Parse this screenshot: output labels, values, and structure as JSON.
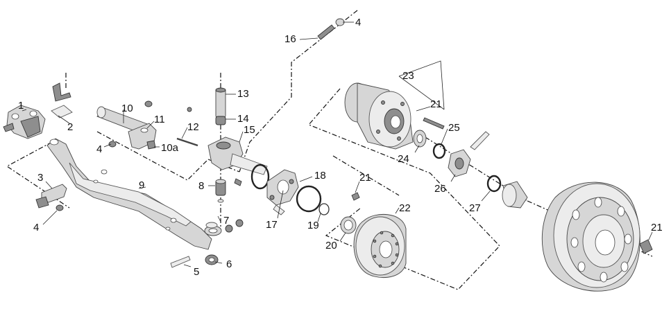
{
  "callouts": [
    {
      "id": "c1",
      "text": "1"
    },
    {
      "id": "c2",
      "text": "2"
    },
    {
      "id": "c3",
      "text": "3"
    },
    {
      "id": "c4a",
      "text": "4"
    },
    {
      "id": "c4b",
      "text": "4"
    },
    {
      "id": "c4c",
      "text": "4"
    },
    {
      "id": "c5",
      "text": "5"
    },
    {
      "id": "c6",
      "text": "6"
    },
    {
      "id": "c7",
      "text": "7"
    },
    {
      "id": "c8",
      "text": "8"
    },
    {
      "id": "c9",
      "text": "9"
    },
    {
      "id": "c10",
      "text": "10"
    },
    {
      "id": "c10a",
      "text": "10a"
    },
    {
      "id": "c11",
      "text": "11"
    },
    {
      "id": "c12",
      "text": "12"
    },
    {
      "id": "c13",
      "text": "13"
    },
    {
      "id": "c14",
      "text": "14"
    },
    {
      "id": "c15",
      "text": "15"
    },
    {
      "id": "c16",
      "text": "16"
    },
    {
      "id": "c17",
      "text": "17"
    },
    {
      "id": "c18",
      "text": "18"
    },
    {
      "id": "c19",
      "text": "19"
    },
    {
      "id": "c20",
      "text": "20"
    },
    {
      "id": "c21a",
      "text": "21"
    },
    {
      "id": "c21b",
      "text": "21"
    },
    {
      "id": "c21c",
      "text": "21"
    },
    {
      "id": "c22",
      "text": "22"
    },
    {
      "id": "c23",
      "text": "23"
    },
    {
      "id": "c24",
      "text": "24"
    },
    {
      "id": "c25",
      "text": "25"
    },
    {
      "id": "c26",
      "text": "26"
    },
    {
      "id": "c27",
      "text": "27"
    }
  ]
}
